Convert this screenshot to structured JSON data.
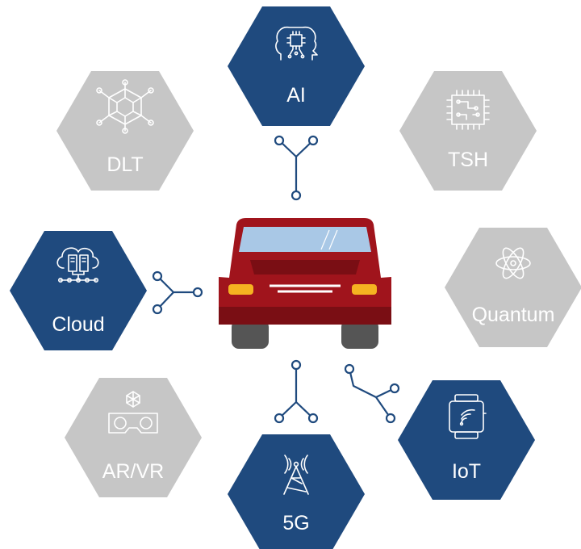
{
  "colors": {
    "active": "#1f4a7e",
    "inactive": "#c6c6c6",
    "connector": "#1f4a7e",
    "car_body": "#a0141c",
    "car_lower": "#7a0e14",
    "car_window": "#a9c8e6",
    "car_lights": "#f5b321",
    "tires": "#555555"
  },
  "nodes": [
    {
      "id": "ai",
      "label": "AI",
      "active": true,
      "icon": "brain-chip-icon"
    },
    {
      "id": "tsh",
      "label": "TSH",
      "active": false,
      "icon": "circuit-board-icon"
    },
    {
      "id": "quantum",
      "label": "Quantum",
      "active": false,
      "icon": "atom-icon"
    },
    {
      "id": "iot",
      "label": "IoT",
      "active": true,
      "icon": "smartwatch-icon"
    },
    {
      "id": "5g",
      "label": "5G",
      "active": true,
      "icon": "antenna-tower-icon"
    },
    {
      "id": "arvr",
      "label": "AR/VR",
      "active": false,
      "icon": "vr-headset-icon"
    },
    {
      "id": "cloud",
      "label": "Cloud",
      "active": true,
      "icon": "cloud-server-icon"
    },
    {
      "id": "dlt",
      "label": "DLT",
      "active": false,
      "icon": "blockchain-cube-icon"
    }
  ],
  "center": {
    "icon": "car-icon"
  }
}
